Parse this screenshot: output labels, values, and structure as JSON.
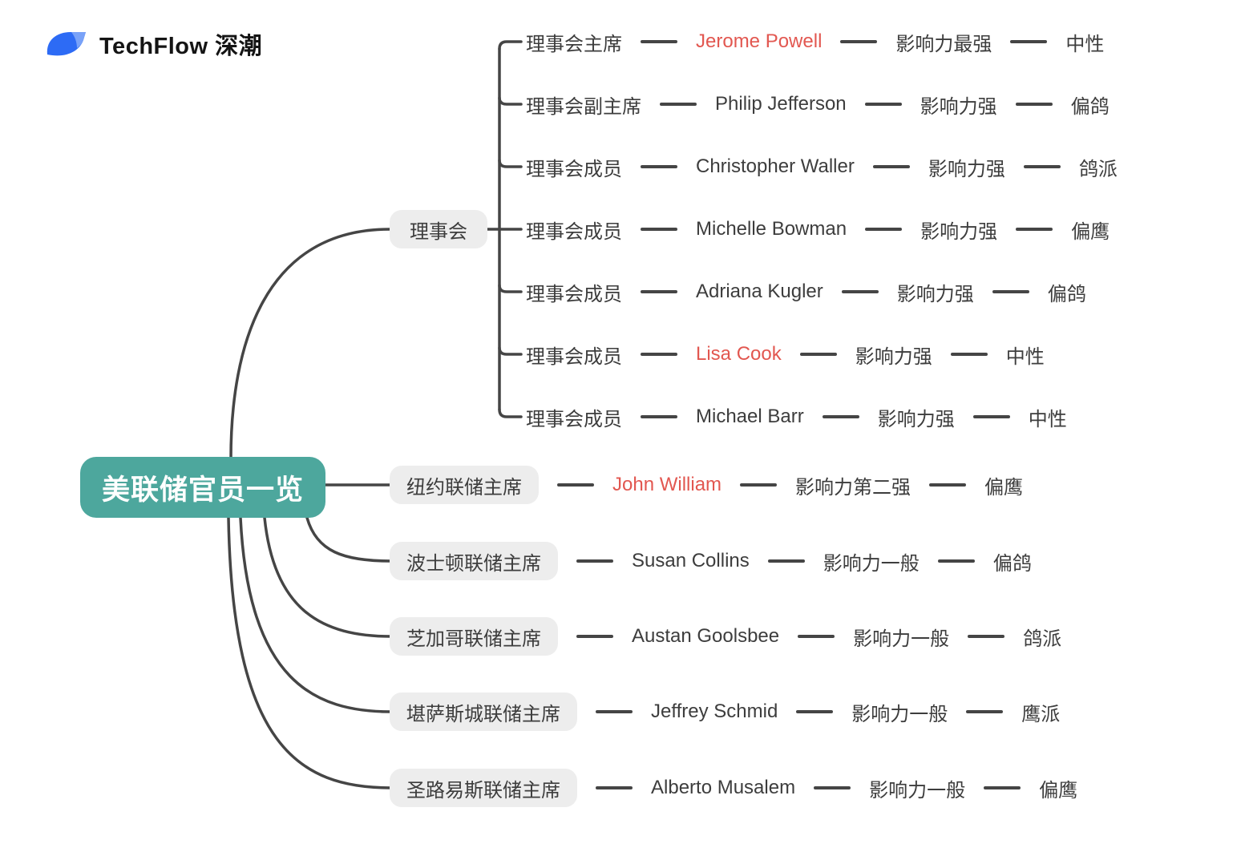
{
  "logo": {
    "text": "TechFlow 深潮"
  },
  "root": {
    "label": "美联储官员一览"
  },
  "colors": {
    "accent-teal": "#4da79d",
    "accent-red": "#e25750",
    "line": "#454545",
    "node-bg": "#ededed",
    "text": "#3d3d3d",
    "logo-blue": "#2d6bf5",
    "logo-blue-light": "#79a2f8"
  },
  "board": {
    "label": "理事会",
    "rows": [
      {
        "title": "理事会主席",
        "name": "Jerome Powell",
        "influence": "影响力最强",
        "stance": "中性"
      },
      {
        "title": "理事会副主席",
        "name": "Philip Jefferson",
        "influence": "影响力强",
        "stance": "偏鸽"
      },
      {
        "title": "理事会成员",
        "name": "Christopher Waller",
        "influence": "影响力强",
        "stance": "鸽派"
      },
      {
        "title": "理事会成员",
        "name": "Michelle Bowman",
        "influence": "影响力强",
        "stance": "偏鹰"
      },
      {
        "title": "理事会成员",
        "name": "Adriana Kugler",
        "influence": "影响力强",
        "stance": "偏鸽"
      },
      {
        "title": "理事会成员",
        "name": "Lisa Cook",
        "influence": "影响力强",
        "stance": "中性"
      },
      {
        "title": "理事会成员",
        "name": "Michael Barr",
        "influence": "影响力强",
        "stance": "中性"
      }
    ]
  },
  "regional": [
    {
      "title": "纽约联储主席",
      "name": "John William",
      "influence": "影响力第二强",
      "stance": "偏鹰"
    },
    {
      "title": "波士顿联储主席",
      "name": "Susan Collins",
      "influence": "影响力一般",
      "stance": "偏鸽"
    },
    {
      "title": "芝加哥联储主席",
      "name": "Austan Goolsbee",
      "influence": "影响力一般",
      "stance": "鸽派"
    },
    {
      "title": "堪萨斯城联储主席",
      "name": "Jeffrey Schmid",
      "influence": "影响力一般",
      "stance": "鹰派"
    },
    {
      "title": "圣路易斯联储主席",
      "name": "Alberto Musalem",
      "influence": "影响力一般",
      "stance": "偏鹰"
    }
  ]
}
